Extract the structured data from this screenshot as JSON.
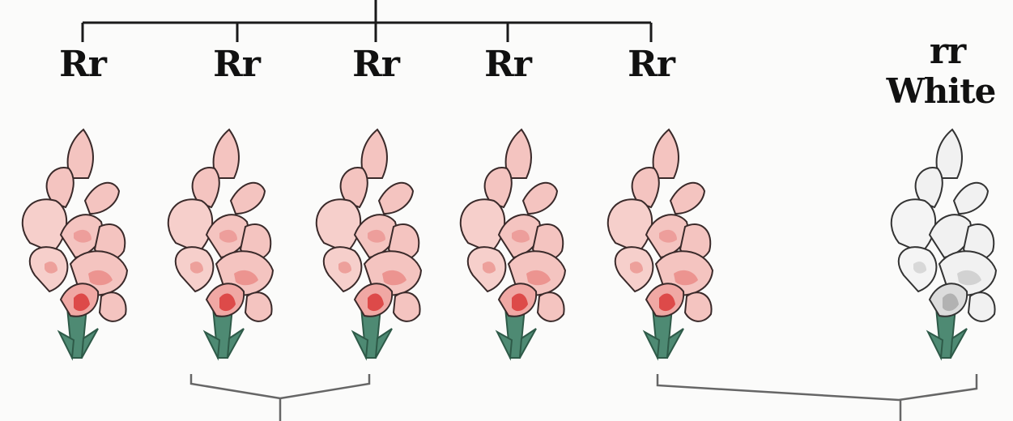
{
  "diagram": {
    "offspring": [
      {
        "genotype": "Rr",
        "color_name": "pink"
      },
      {
        "genotype": "Rr",
        "color_name": "pink"
      },
      {
        "genotype": "Rr",
        "color_name": "pink"
      },
      {
        "genotype": "Rr",
        "color_name": "pink"
      },
      {
        "genotype": "Rr",
        "color_name": "pink"
      }
    ],
    "white_plant": {
      "genotype": "rr",
      "phenotype": "White"
    },
    "colors": {
      "line": "#1a1a1a",
      "bracket": "#666666",
      "pink_petal": "#f4c4c0",
      "pink_shade": "#e8807c",
      "pink_deep": "#d93a3a",
      "white_petal": "#f1f1f1",
      "white_shade": "#a8a8a8",
      "stem": "#4e8a73",
      "outline": "#3a2a2a"
    }
  }
}
